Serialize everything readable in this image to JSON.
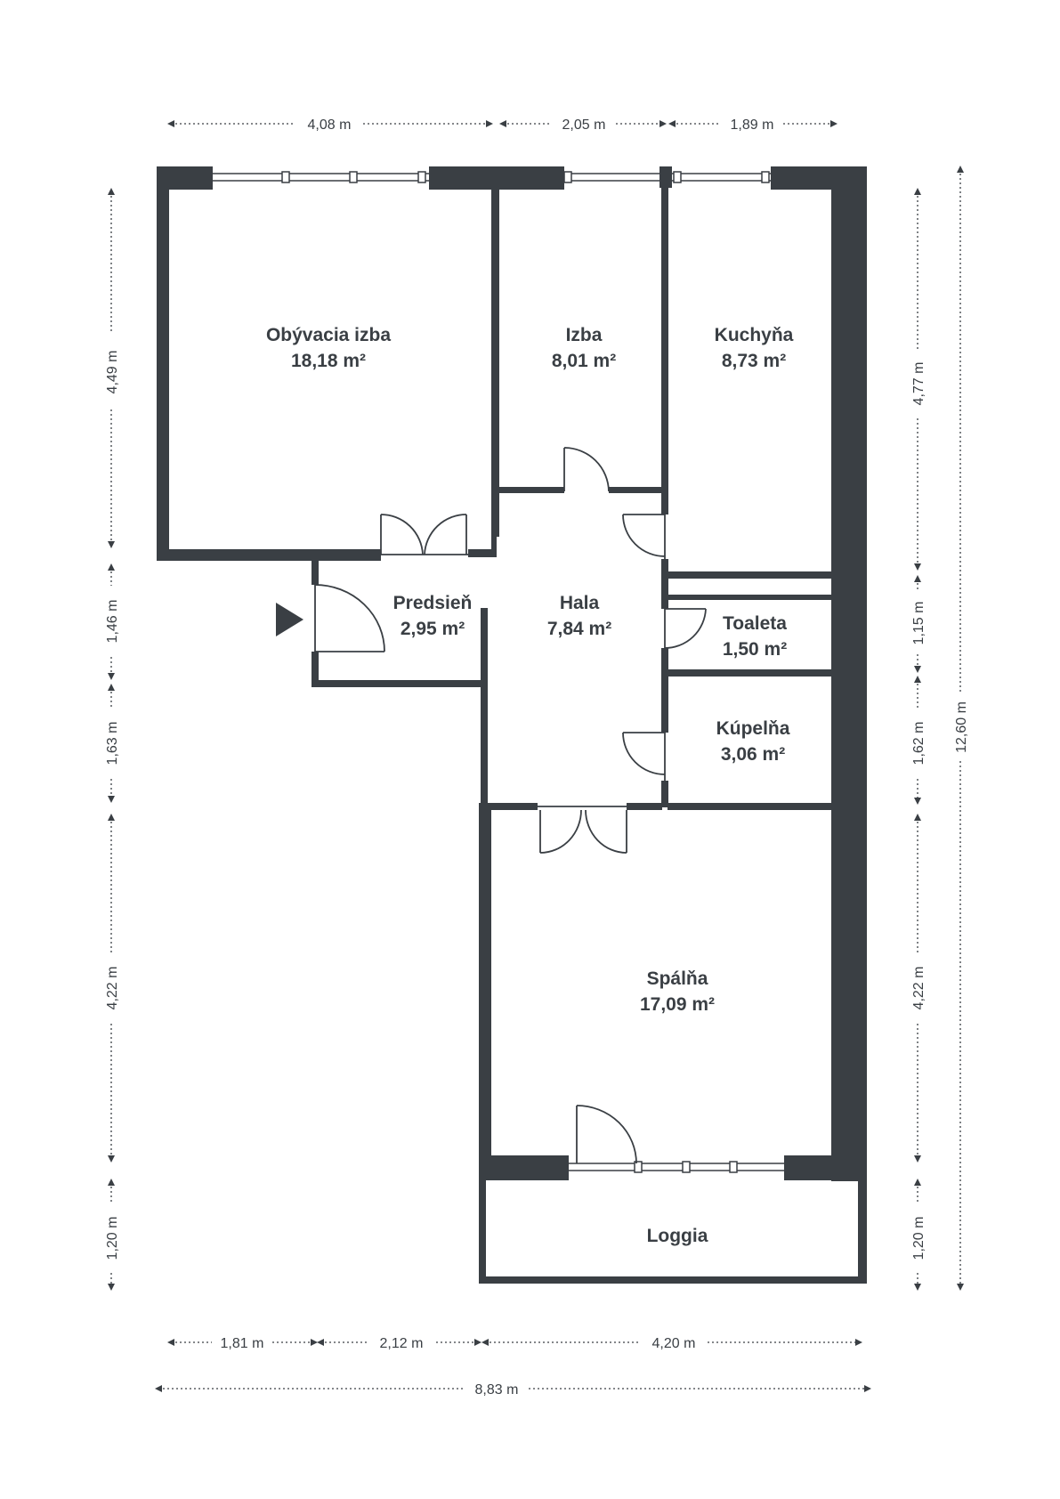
{
  "colors": {
    "wall": "#3a3f44",
    "background": "#ffffff"
  },
  "rooms": {
    "living": {
      "name": "Obývacia izba",
      "area": "18,18 m²"
    },
    "room": {
      "name": "Izba",
      "area": "8,01 m²"
    },
    "kitchen": {
      "name": "Kuchyňa",
      "area": "8,73 m²"
    },
    "entry": {
      "name": "Predsieň",
      "area": "2,95 m²"
    },
    "hall": {
      "name": "Hala",
      "area": "7,84 m²"
    },
    "toilet": {
      "name": "Toaleta",
      "area": "1,50 m²"
    },
    "bathroom": {
      "name": "Kúpelňa",
      "area": "3,06 m²"
    },
    "bedroom": {
      "name": "Spálňa",
      "area": "17,09 m²"
    },
    "loggia": {
      "name": "Loggia"
    }
  },
  "dimensions": {
    "top": [
      "4,08 m",
      "2,05 m",
      "1,89 m"
    ],
    "bottom": [
      "1,81 m",
      "2,12 m",
      "4,20 m"
    ],
    "total_width": "8,83 m",
    "left": [
      "4,49 m",
      "1,46 m",
      "1,63 m",
      "4,22 m",
      "1,20 m"
    ],
    "right": [
      "4,77 m",
      "1,15 m",
      "1,62 m",
      "4,22 m",
      "1,20 m"
    ],
    "total_height": "12,60 m"
  },
  "icons": {
    "entrance": "entrance-arrow-icon"
  }
}
